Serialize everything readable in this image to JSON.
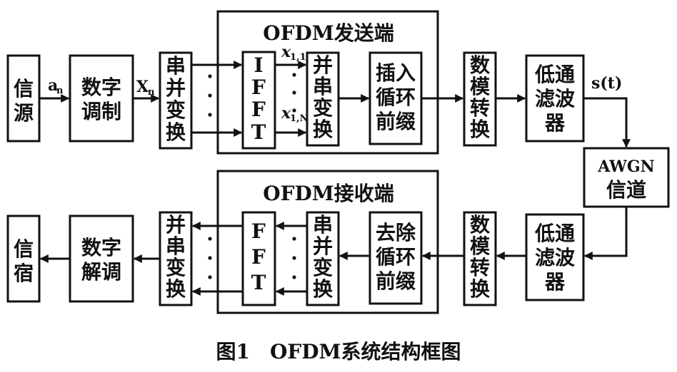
{
  "diagram": {
    "tx_title": "OFDM发送端",
    "rx_title": "OFDM接收端",
    "caption": "图1　OFDM系统结构框图",
    "blocks": {
      "source": [
        "信",
        "源"
      ],
      "mod": [
        "数字",
        "调制"
      ],
      "sp_tx": [
        "串",
        "并",
        "变",
        "换"
      ],
      "ifft": [
        "I",
        "F",
        "F",
        "T"
      ],
      "ps_tx": [
        "并",
        "串",
        "变",
        "换"
      ],
      "cp_add": [
        "插入",
        "循环",
        "前缀"
      ],
      "dac": [
        "数",
        "模",
        "转",
        "换"
      ],
      "lpf_tx": [
        "低通",
        "滤波",
        "器"
      ],
      "awgn": [
        "AWGN",
        "信道"
      ],
      "lpf_rx": [
        "低通",
        "滤波",
        "器"
      ],
      "adc": [
        "数",
        "模",
        "转",
        "换"
      ],
      "cp_remove": [
        "去除",
        "循环",
        "前缀"
      ],
      "sp_rx": [
        "串",
        "并",
        "变",
        "换"
      ],
      "fft": [
        "F",
        "F",
        "T"
      ],
      "ps_rx": [
        "并",
        "串",
        "变",
        "换"
      ],
      "demod": [
        "数字",
        "解调"
      ],
      "sink": [
        "信",
        "宿"
      ]
    },
    "signals": {
      "an": "a",
      "an_sub": "n",
      "Xn": "X",
      "Xn_sub": "n",
      "x1": "x",
      "x1_sub": "1,1",
      "xN": "x",
      "xN_sub": "1,N",
      "st": "s(t)"
    }
  }
}
